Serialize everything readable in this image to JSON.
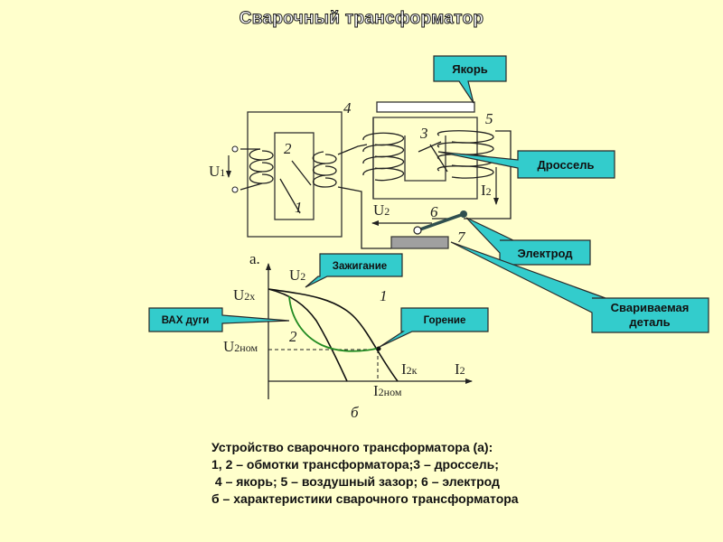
{
  "title": "Сварочный трансформатор",
  "callouts": {
    "yakor": "Якорь",
    "drossel": "Дроссель",
    "elektrod": "Электрод",
    "detal_line1": "Свариваемая",
    "detal_line2": "деталь",
    "zazhiganie": "Зажигание",
    "vah": "ВАХ дуги",
    "gorenie": "Горение"
  },
  "scheme_labels": {
    "n1": "1",
    "n2": "2",
    "n3": "3",
    "n4": "4",
    "n5": "5",
    "n6": "6",
    "n7": "7",
    "u1": "U",
    "u1_sub": "1",
    "u2": "U",
    "u2_sub": "2",
    "i2": "I",
    "i2_sub": "2",
    "part_a": "а."
  },
  "graph_labels": {
    "y_axis": "U",
    "y_axis_sub": "2",
    "x_axis": "I",
    "x_axis_sub": "2",
    "u2x": "U",
    "u2x_sub": "2х",
    "u2nom": "U",
    "u2nom_sub": "2ном",
    "i2k": "I",
    "i2k_sub": "2к",
    "i2nom": "I",
    "i2nom_sub": "2ном",
    "curve1": "1",
    "curve2": "2",
    "part_b": "б"
  },
  "caption": [
    "Устройство сварочного трансформатора (а):",
    "1, 2 – обмотки трансформатора;3 – дроссель;",
    " 4 – якорь; 5 – воздушный зазор; 6 – электрод",
    "б – характеристики сварочного трансформатора"
  ],
  "colors": {
    "background": "#FFFFCC",
    "callout_fill": "#33CCCC",
    "curve_vah": "#228B22",
    "electrode": "#2F4F4F",
    "workpiece": "#A0A0A0"
  }
}
